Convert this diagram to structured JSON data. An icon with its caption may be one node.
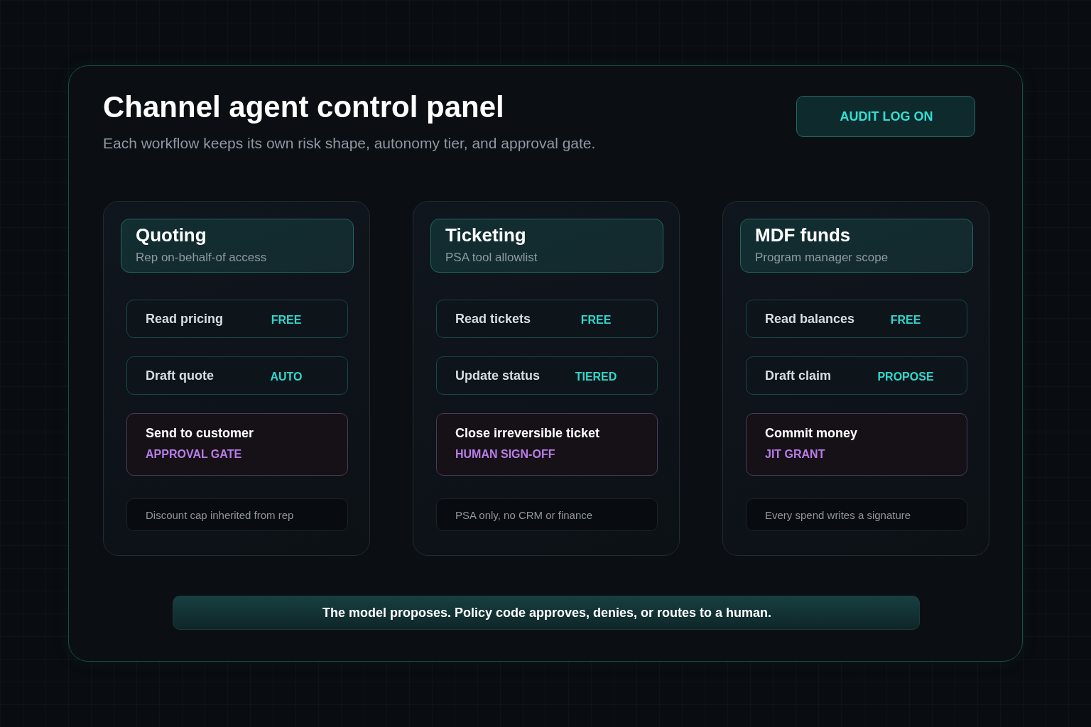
{
  "diagram": {
    "nodes": [
      {
        "text": [
          "Channel agent control panel",
          "Each workflow keeps its own risk shape, autonomy tier, and approval gate."
        ]
      },
      {
        "text": [
          "AUDIT LOG ON"
        ],
        "in": 0
      },
      {
        "text": [],
        "shape": "box",
        "in": 0
      },
      {
        "text": [
          "Quoting",
          "Rep on-behalf-of access"
        ],
        "in": 2
      },
      {
        "text": [
          "Read pricing",
          "FREE"
        ],
        "in": 2
      },
      {
        "text": [
          "Draft quote",
          "AUTO"
        ],
        "in": 2
      },
      {
        "text": [
          "Send to customer",
          "APPROVAL GATE"
        ],
        "in": 2
      },
      {
        "text": [
          "Discount cap inherited from rep"
        ],
        "in": 2
      },
      {
        "text": [],
        "shape": "box",
        "in": 0
      },
      {
        "text": [
          "Ticketing",
          "PSA tool allowlist"
        ],
        "in": 8
      },
      {
        "text": [
          "Read tickets",
          "FREE"
        ],
        "in": 8
      },
      {
        "text": [
          "Update status",
          "TIERED"
        ],
        "in": 8
      },
      {
        "text": [
          "Close irreversible ticket",
          "HUMAN SIGN-OFF"
        ],
        "in": 8
      },
      {
        "text": [
          "PSA only, no CRM or finance"
        ],
        "in": 8
      },
      {
        "text": [],
        "shape": "box",
        "in": 0
      },
      {
        "text": [
          "MDF funds",
          "Program manager scope"
        ],
        "in": 14
      },
      {
        "text": [
          "Read balances",
          "FREE"
        ],
        "in": 14
      },
      {
        "text": [
          "Draft claim",
          "PROPOSE"
        ],
        "in": 14
      },
      {
        "text": [
          "Commit money",
          "JIT GRANT"
        ],
        "in": 14
      },
      {
        "text": [
          "Every spend writes a signature"
        ],
        "in": 14
      },
      {
        "text": [
          "The model proposes. Policy code approves, denies, or routes to a human."
        ],
        "in": 0
      }
    ]
  }
}
